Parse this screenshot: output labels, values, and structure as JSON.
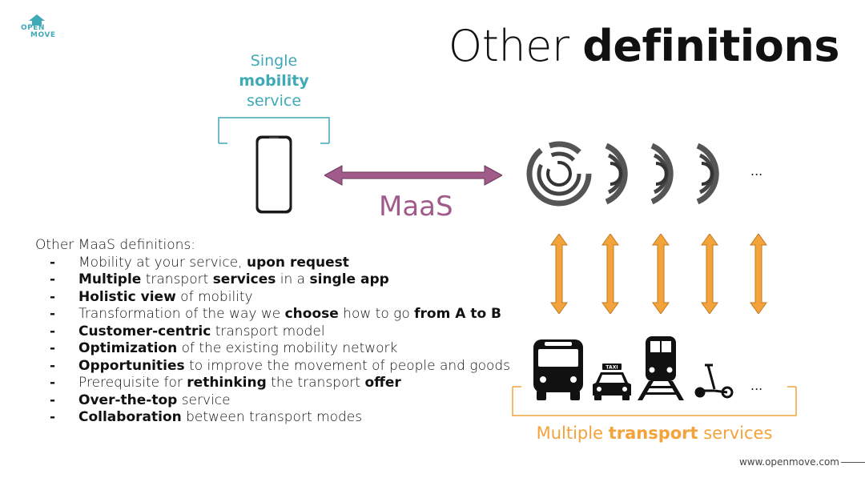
{
  "logo": {
    "line1": "OPEN",
    "line2": "MOVE"
  },
  "title": {
    "light": "Other ",
    "bold": "definitions"
  },
  "single_service": {
    "line1": "Single",
    "line2": "mobility",
    "line3": "service"
  },
  "maas_label": "MaaS",
  "top_ellipsis": "...",
  "bottom_ellipsis": "...",
  "definitions": {
    "heading": "Other MaaS definitions:",
    "items": [
      {
        "pre": "Mobility at your service, ",
        "b1": "upon request",
        "mid": "",
        "b2": "",
        "mid2": "",
        "b3": "",
        "post": ""
      },
      {
        "pre": "",
        "b1": "Multiple",
        "mid": " transport ",
        "b2": "services",
        "mid2": " in a ",
        "b3": "single app",
        "post": ""
      },
      {
        "pre": "",
        "b1": "Holistic view",
        "mid": " of mobility",
        "b2": "",
        "mid2": "",
        "b3": "",
        "post": ""
      },
      {
        "pre": "Transformation of the way we ",
        "b1": "choose",
        "mid": " how to go ",
        "b2": "from A to B",
        "mid2": "",
        "b3": "",
        "post": ""
      },
      {
        "pre": "",
        "b1": "Customer-centric",
        "mid": " transport model",
        "b2": "",
        "mid2": "",
        "b3": "",
        "post": ""
      },
      {
        "pre": "",
        "b1": "Optimization",
        "mid": " of the existing mobility network",
        "b2": "",
        "mid2": "",
        "b3": "",
        "post": ""
      },
      {
        "pre": "",
        "b1": "Opportunities",
        "mid": " to improve the movement of people and goods",
        "b2": "",
        "mid2": "",
        "b3": "",
        "post": ""
      },
      {
        "pre": "Prerequisite for ",
        "b1": "rethinking",
        "mid": " the transport ",
        "b2": "offer",
        "mid2": "",
        "b3": "",
        "post": ""
      },
      {
        "pre": "",
        "b1": "Over-the-top",
        "mid": " service",
        "b2": "",
        "mid2": "",
        "b3": "",
        "post": ""
      },
      {
        "pre": "",
        "b1": "Collaboration",
        "mid": " between transport modes",
        "b2": "",
        "mid2": "",
        "b3": "",
        "post": ""
      }
    ]
  },
  "multiple_services": {
    "pre": "Multiple ",
    "bold": "transport",
    "post": " services"
  },
  "taxi_sign": "TAXI",
  "footer": "www.openmove.com",
  "colors": {
    "teal": "#3fa9b5",
    "maas_purple": "#a05b8a",
    "orange": "#f3a33a",
    "dark": "#111111"
  },
  "icons": [
    "openmove-logo-icon",
    "smartphone-icon",
    "double-arrow-icon",
    "api-ring-icon",
    "api-partial-ring-icon",
    "vertical-double-arrow-icon",
    "bus-icon",
    "taxi-icon",
    "train-icon",
    "scooter-icon"
  ]
}
